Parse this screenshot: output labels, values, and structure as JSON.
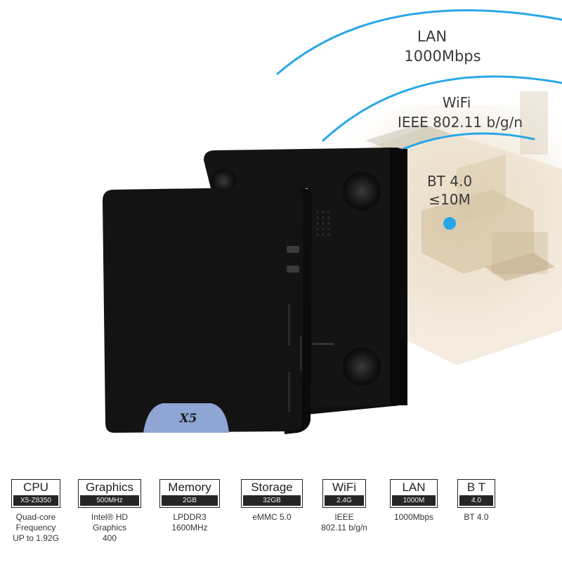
{
  "callouts": {
    "lan_title": "LAN",
    "lan_speed": "1000Mbps",
    "wifi_title": "WiFi",
    "wifi_standard": "IEEE 802.11 b/g/n",
    "bt_title": "BT 4.0",
    "bt_range": "≤10M"
  },
  "device": {
    "badge_label": "X5"
  },
  "specs": [
    {
      "title": "CPU",
      "value": "X5-Z8350",
      "desc": [
        "Quad-core",
        "Frequency",
        "UP to 1.92G"
      ]
    },
    {
      "title": "Graphics",
      "value": "500MHz",
      "desc": [
        "Intel® HD",
        "Graphics",
        "400"
      ]
    },
    {
      "title": "Memory",
      "value": "2GB",
      "desc": [
        "LPDDR3",
        "1600MHz"
      ]
    },
    {
      "title": "Storage",
      "value": "32GB",
      "desc": [
        "eMMC 5.0"
      ]
    },
    {
      "title": "WiFi",
      "value": "2.4G",
      "desc": [
        "IEEE",
        "802.11 b/g/n"
      ]
    },
    {
      "title": "LAN",
      "value": "1000M",
      "desc": [
        "1000Mbps"
      ]
    },
    {
      "title": "B T",
      "value": "4.0",
      "desc": [
        "BT 4.0"
      ]
    }
  ],
  "colors": {
    "wave_blue": "#2aa6e8",
    "device_black": "#121212",
    "badge_blue": "#8fa5d4",
    "text_dark": "#3a3a3a"
  }
}
